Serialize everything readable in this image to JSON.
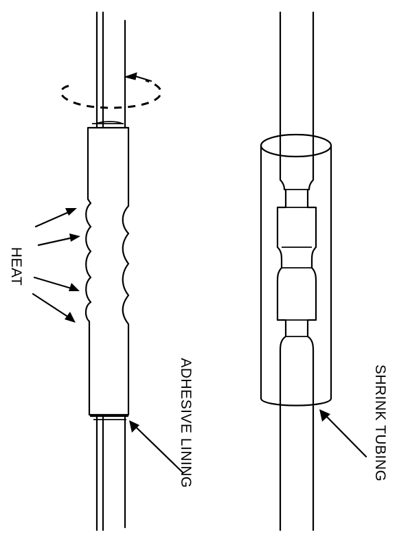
{
  "labels": {
    "heat": "HEAT",
    "adhesive_lining": "ADHESIVE LINING",
    "shrink_tubing": "SHRINK TUBING"
  },
  "colors": {
    "ink": "#000000",
    "background": "#ffffff"
  }
}
